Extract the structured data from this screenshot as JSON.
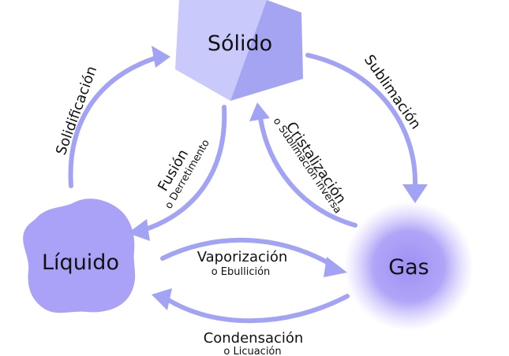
{
  "states": {
    "solid": "Sólido",
    "liquid": "Líquido",
    "gas": "Gas"
  },
  "processes": {
    "solidification": {
      "label": "Solidificación"
    },
    "sublimation": {
      "label": "Sublimación"
    },
    "fusion": {
      "label": "Fusión",
      "alt": "o Derretimento"
    },
    "crystallization": {
      "label": "Cristalización",
      "alt": "o Sublimación inversa"
    },
    "vaporization": {
      "label": "Vaporización",
      "alt": "o Ebullición"
    },
    "condensation": {
      "label": "Condensación",
      "alt": "o Licuación"
    }
  },
  "colors": {
    "arrow": "#a3a3f5",
    "solid_front": "#c9c9fb",
    "solid_side": "#a4a4f3",
    "solid_top": "#dedefe",
    "liquid": "#a9a2f6",
    "gas": "#9e8ff6"
  }
}
